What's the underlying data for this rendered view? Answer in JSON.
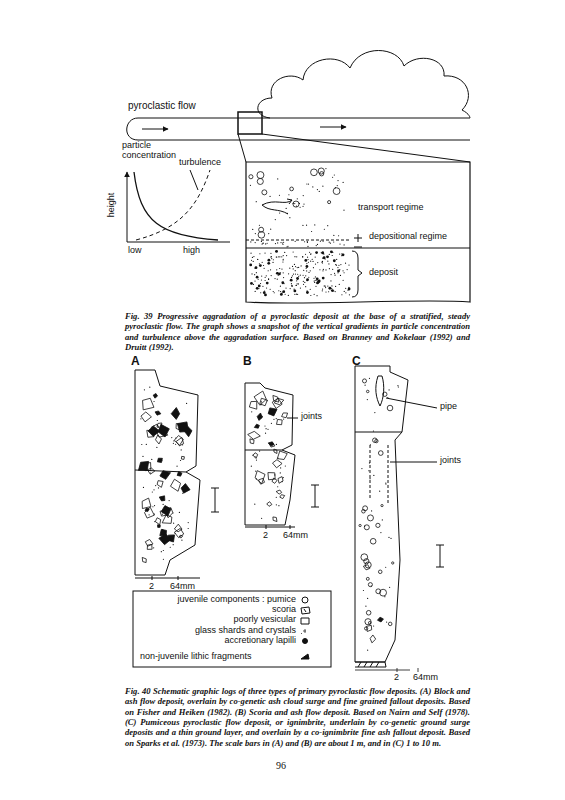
{
  "diagram": {
    "labels": [
      "pyroclastic flow",
      "particle concentration",
      "turbulence",
      "height",
      "low",
      "high",
      "transport regime",
      "depositional regime",
      "deposit",
      "Fig. 39 Progressive aggradation of a pyroclastic deposit at the base of a stratified, steady pyroclastic flow. The graph shows a snapshot of the vertical gradients in particle concentration and turbulence above the aggradation surface. Based on Branney and Kokelaar (1992) and Druitt (1992).",
      "A",
      "B",
      "C",
      "joints",
      "2",
      "64mm",
      "2",
      "64mm",
      "pipe",
      "joints",
      "2",
      "64mm",
      "Fig. 40 Schematic graphic logs of three types of primary pyroclastic flow deposits. (A) Block and ash flow deposit, overlain by co-genetic ash cloud surge and fine grained fallout deposits. Based on Fisher and Heiken (1982). (B) Scoria and ash flow deposit. Based on Nairn and Self (1978). (C) Pumiceous pyroclastic flow deposit, or ignimbrite, underlain by co-genetic ground surge deposits and a thin ground layer, and overlain by a co-ignimbrite fine ash fallout deposit. Based on Sparks et al. (1973). The scale bars in (A) and (B) are about 1 m, and in (C) 1 to 10 m.",
      "96"
    ],
    "legend": [
      {
        "text": "juvenile components : pumice"
      },
      {
        "text": "scoria"
      },
      {
        "text": "poorly vesicular"
      },
      {
        "text": "glass shards and crystals"
      },
      {
        "text": "accretionary lapilli"
      },
      {
        "text": "non-juvenile lithic fragments"
      }
    ]
  }
}
